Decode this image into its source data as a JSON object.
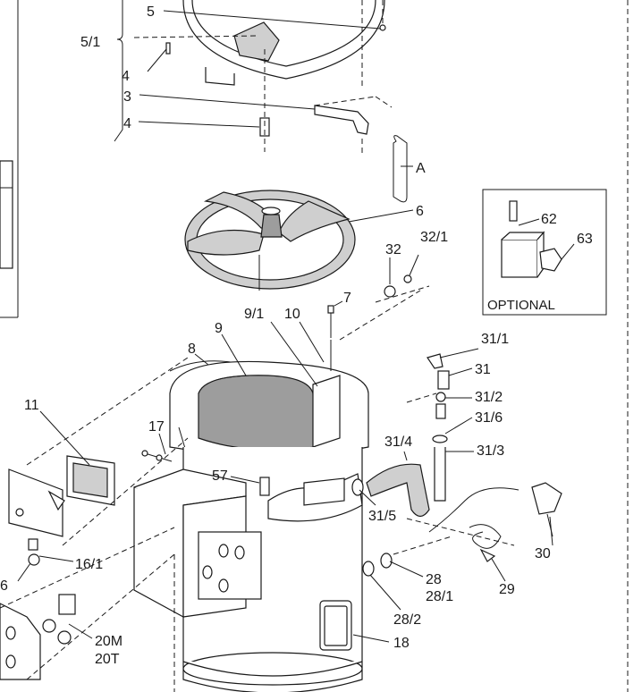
{
  "labels": {
    "p5": "5",
    "p5_1": "5/1",
    "p4a": "4",
    "p3": "3",
    "p4b": "4",
    "pA": "A",
    "p6": "6",
    "p32": "32",
    "p32_1": "32/1",
    "p7": "7",
    "p9_1": "9/1",
    "p10": "10",
    "p9": "9",
    "p8": "8",
    "p11": "11",
    "p17": "17",
    "p57": "57",
    "p31_1": "31/1",
    "p31": "31",
    "p31_2": "31/2",
    "p31_6": "31/6",
    "p31_4": "31/4",
    "p31_3": "31/3",
    "p31_5": "31/5",
    "p30": "30",
    "p28": "28",
    "p28_1": "28/1",
    "p29": "29",
    "p28_2": "28/2",
    "p16_1": "16/1",
    "p16": "6",
    "p20M": "20M",
    "p20T": "20T",
    "p18": "18",
    "p62": "62",
    "p63": "63",
    "optional": "OPTIONAL"
  }
}
